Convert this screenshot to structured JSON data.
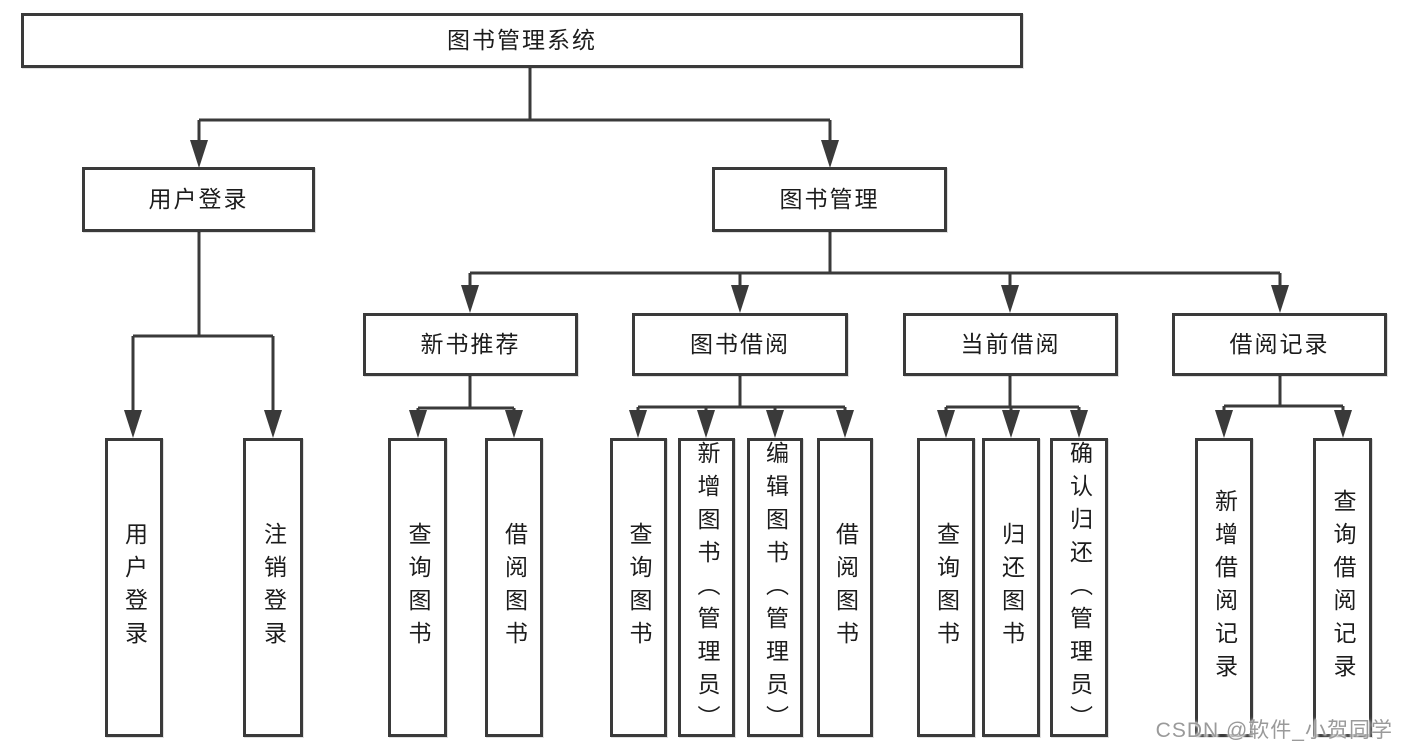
{
  "diagram": {
    "root": {
      "label": "图书管理系统"
    },
    "level2": [
      {
        "label": "用户登录",
        "children": [
          "用户登录",
          "注销登录"
        ]
      },
      {
        "label": "图书管理",
        "groups": [
          {
            "label": "新书推荐",
            "children": [
              "查询图书",
              "借阅图书"
            ]
          },
          {
            "label": "图书借阅",
            "children": [
              "查询图书",
              "新增图书（管理员）",
              "编辑图书（管理员）",
              "借阅图书"
            ]
          },
          {
            "label": "当前借阅",
            "children": [
              "查询图书",
              "归还图书",
              "确认归还（管理员）"
            ]
          },
          {
            "label": "借阅记录",
            "children": [
              "新增借阅记录",
              "查询借阅记录"
            ]
          }
        ]
      }
    ]
  },
  "watermark": {
    "text": "CSDN @软件_小贺同学"
  },
  "colors": {
    "line": "#3a3a3a",
    "text": "#1c1c1c",
    "watermark": "#9a9a9a",
    "background": "#ffffff"
  }
}
